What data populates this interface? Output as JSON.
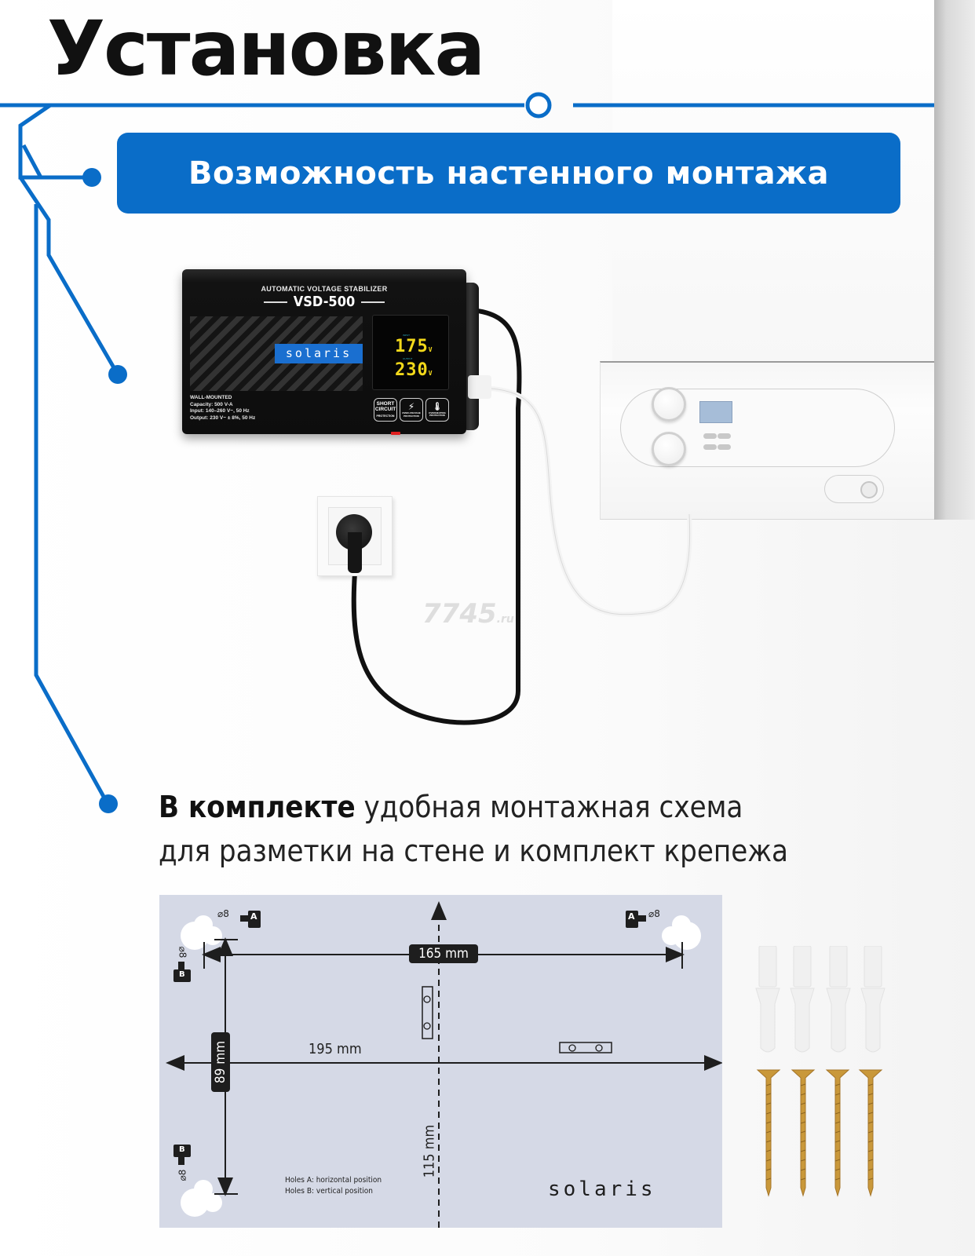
{
  "header": {
    "title": "Установка"
  },
  "feature_badge": {
    "label": "Возможность настенного монтажа"
  },
  "device": {
    "subtitle": "AUTOMATIC VOLTAGE STABILIZER",
    "model": "VSD-500",
    "brand": "solaris",
    "display": {
      "input_label": "INPUT",
      "input_value": "175",
      "output_label": "OUTPUT",
      "output_value": "230",
      "unit": "V"
    },
    "specs": [
      "WALL-MOUNTED",
      "Capacity: 500 V-A",
      "Input: 140–260 V~, 50 Hz",
      "Output: 230 V~ ± 8%, 50 Hz"
    ],
    "protections": [
      {
        "title": "SHORT CIRCUIT",
        "caption": "PROTECTION"
      },
      {
        "title": "⚡",
        "caption": "OVER-VOLTAGE PROTECTION"
      },
      {
        "title": "🌡",
        "caption": "OVERHEATING PROTECTION"
      }
    ]
  },
  "watermark": {
    "text": "7745",
    "suffix": ".ru"
  },
  "kit": {
    "bold": "В комплекте",
    "line1": " удобная монтажная схема",
    "line2": "для разметки на стене и комплект крепежа"
  },
  "template_sheet": {
    "dim_horizontal": "165 mm",
    "dim_vertical": "89 mm",
    "dim_width": "195 mm",
    "dim_height": "115 mm",
    "drill_a": "⌀8",
    "drill_b": "⌀8",
    "hole_a_letter": "A",
    "hole_b_letter": "B",
    "notes": [
      "Holes A: horizontal position",
      "Holes B: vertical position"
    ],
    "logo": "solaris"
  },
  "hardware": {
    "dowels_count": 4,
    "screws_count": 4
  },
  "colors": {
    "accent_blue": "#0a6dc8",
    "title_black": "#111111",
    "sheet_bg": "#d5d9e6",
    "display_yellow": "#f2d81a",
    "brand_blue": "#1a6fd0"
  }
}
